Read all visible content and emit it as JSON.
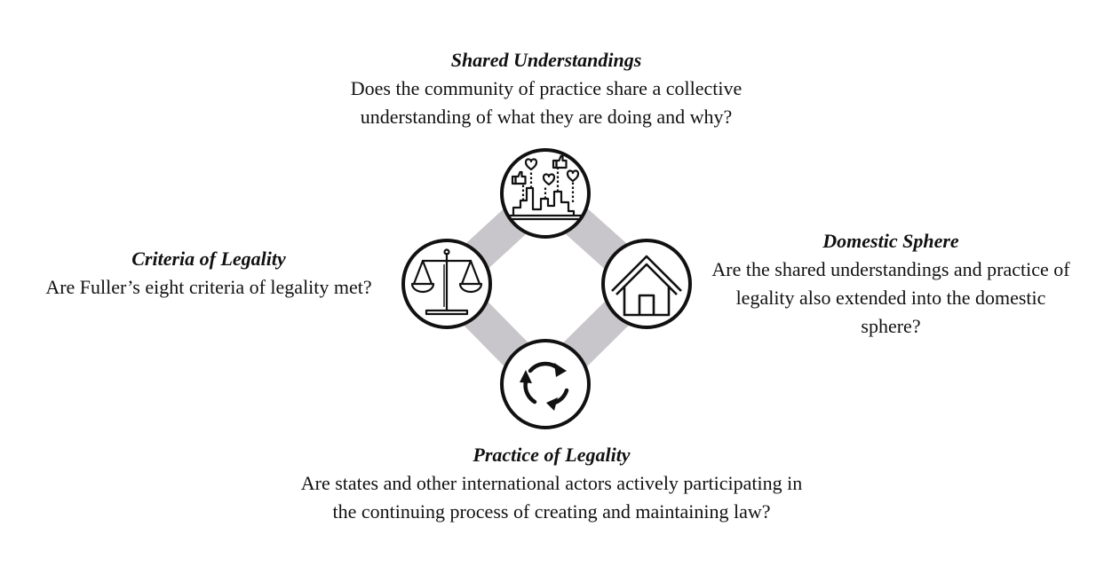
{
  "nodes": {
    "top": {
      "heading": "Shared Understandings",
      "description": "Does the community of practice share a collective understanding of what they are doing and why?",
      "icon": "community-feedback-icon"
    },
    "left": {
      "heading": "Criteria of Legality",
      "description": "Are Fuller’s eight criteria of legality met?",
      "icon": "scales-of-justice-icon"
    },
    "right": {
      "heading": "Domestic Sphere",
      "description": "Are the shared understandings and practice of legality also extended into the domestic sphere?",
      "icon": "house-icon"
    },
    "bottom": {
      "heading": "Practice of Legality",
      "description": "Are states and other international actors actively participating in the continuing process of creating and maintaining law?",
      "icon": "cycle-arrows-icon"
    }
  },
  "colors": {
    "connector": "#c8c6ca",
    "stroke": "#111111",
    "background": "#ffffff"
  }
}
